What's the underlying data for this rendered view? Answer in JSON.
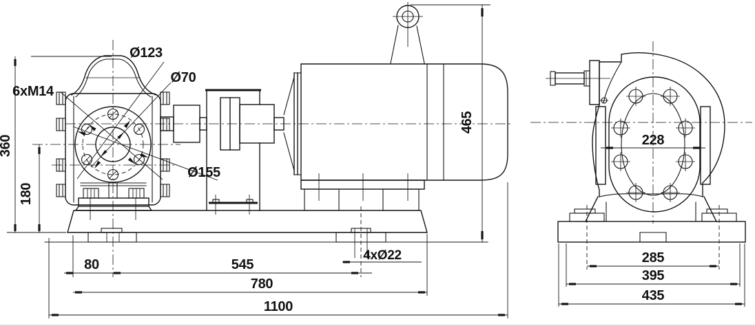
{
  "drawing": {
    "kind": "pump-motor-unit dimensional drawing",
    "labels": {
      "thread_spec": "6xM14",
      "bolt_circle_dia": "Ø123",
      "port_dia": "Ø70",
      "flange_dia": "Ø155",
      "pump_height": "360",
      "port_center_height": "180",
      "overall_height": "465",
      "inlet_offset": "80",
      "center_to_anchor": "545",
      "base_hole_span": "780",
      "overall_length": "1100",
      "anchor_holes": "4xØ22",
      "end_rail_span": "228",
      "end_anchor_span": "285",
      "end_foot_span": "395",
      "end_base_width": "435"
    }
  }
}
